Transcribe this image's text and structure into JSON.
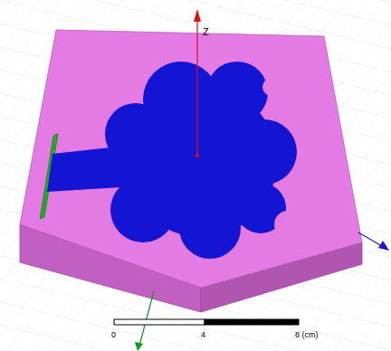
{
  "diagram": {
    "labels": [
      "Z",
      "0",
      "4",
      "8 (cm)"
    ]
  }
}
